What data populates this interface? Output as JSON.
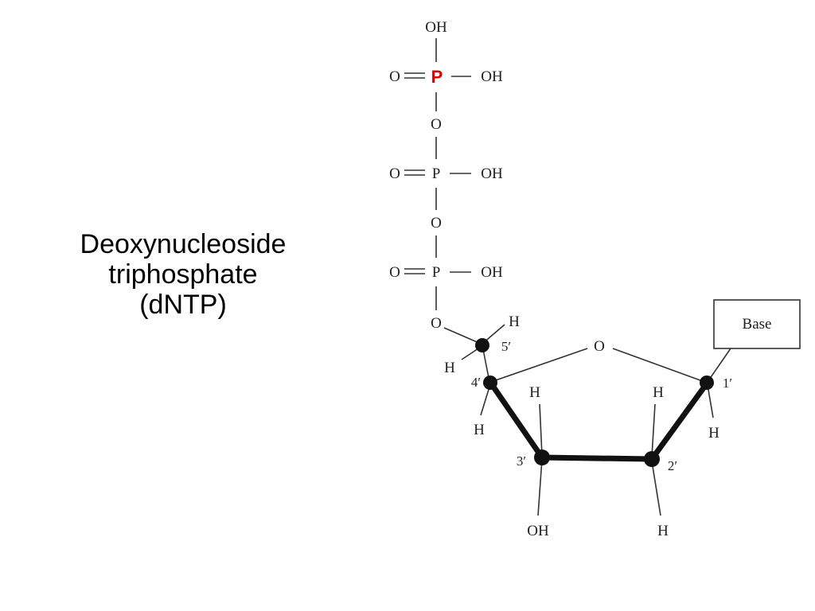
{
  "title": {
    "line1": "Deoxynucleoside",
    "line2": "triphosphate",
    "line3": "(dNTP)"
  },
  "molecule": {
    "phosphate_groups": [
      {
        "top": "OH",
        "left": "O",
        "center": "P",
        "right": "OH",
        "highlight_color": "#dd0000"
      },
      {
        "left": "O",
        "center": "P",
        "right": "OH"
      },
      {
        "left": "O",
        "center": "P",
        "right": "OH"
      }
    ],
    "bridge_oxygens": [
      "O",
      "O"
    ],
    "ester_oxygen": "O",
    "ring_oxygen": "O",
    "carbons": {
      "c5": "5′",
      "c4": "4′",
      "c3": "3′",
      "c2": "2′",
      "c1": "1′"
    },
    "hydrogens": {
      "c5_upper": "H",
      "c5_lower": "H",
      "c4": "H",
      "c3": "H",
      "c2_upper": "H",
      "c2_lower": "H",
      "c1": "H"
    },
    "c3_hydroxyl": "OH",
    "base_label": "Base"
  }
}
